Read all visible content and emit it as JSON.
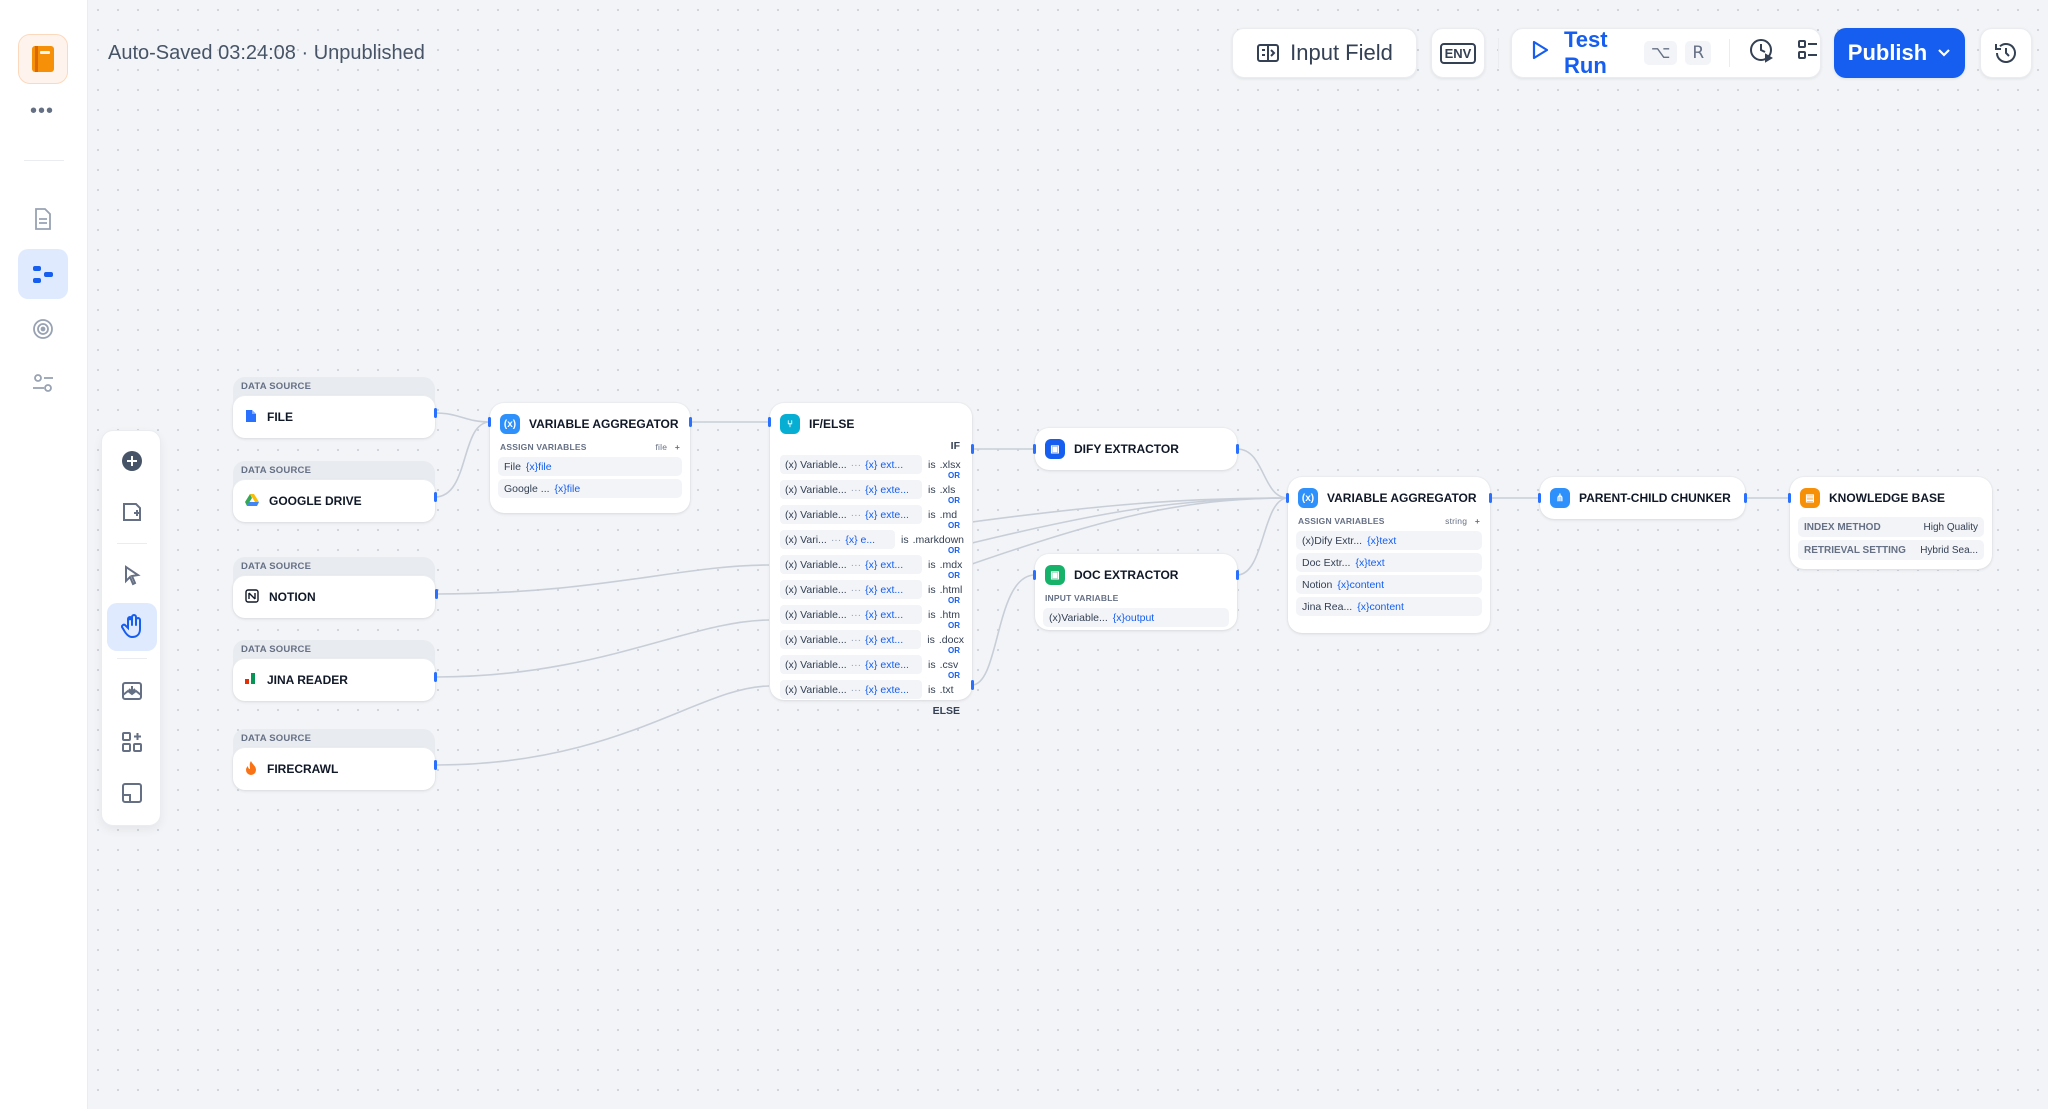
{
  "header": {
    "status": "Auto-Saved 03:24:08 · Unpublished",
    "input_field_label": "Input Field",
    "env_label": "ENV",
    "test_run_label": "Test Run",
    "shortcut_key1": "⌥",
    "shortcut_key2": "R",
    "publish_label": "Publish"
  },
  "sources": [
    {
      "caption": "DATA SOURCE",
      "name": "FILE",
      "icon": "file-icon"
    },
    {
      "caption": "DATA SOURCE",
      "name": "GOOGLE DRIVE",
      "icon": "google-drive-icon"
    },
    {
      "caption": "DATA SOURCE",
      "name": "NOTION",
      "icon": "notion-icon"
    },
    {
      "caption": "DATA SOURCE",
      "name": "JINA READER",
      "icon": "jina-icon"
    },
    {
      "caption": "DATA SOURCE",
      "name": "FIRECRAWL",
      "icon": "firecrawl-icon"
    }
  ],
  "aggregator1": {
    "title": "VARIABLE AGGREGATOR",
    "assign_label": "ASSIGN VARIABLES",
    "type": "file",
    "add": "+",
    "rows": [
      {
        "source": "File",
        "var": "{x}file"
      },
      {
        "source": "Google ...",
        "var": "{x}file"
      }
    ]
  },
  "ifelse": {
    "title": "IF/ELSE",
    "if_label": "IF",
    "else_label": "ELSE",
    "or_label": "OR",
    "conditions": [
      {
        "left": "(x) Variable...",
        "dots": "···",
        "var": "{x} ext...",
        "op": "is",
        "val": ".xlsx"
      },
      {
        "left": "(x) Variable...",
        "dots": "···",
        "var": "{x} exte...",
        "op": "is",
        "val": ".xls"
      },
      {
        "left": "(x) Variable...",
        "dots": "···",
        "var": "{x} exte...",
        "op": "is",
        "val": ".md"
      },
      {
        "left": "(x) Vari...",
        "dots": "···",
        "var": "{x} e...",
        "op": "is",
        "val": ".markdown"
      },
      {
        "left": "(x) Variable...",
        "dots": "···",
        "var": "{x} ext...",
        "op": "is",
        "val": ".mdx"
      },
      {
        "left": "(x) Variable...",
        "dots": "···",
        "var": "{x} ext...",
        "op": "is",
        "val": ".html"
      },
      {
        "left": "(x) Variable...",
        "dots": "···",
        "var": "{x} ext...",
        "op": "is",
        "val": ".htm"
      },
      {
        "left": "(x) Variable...",
        "dots": "···",
        "var": "{x} ext...",
        "op": "is",
        "val": ".docx"
      },
      {
        "left": "(x) Variable...",
        "dots": "···",
        "var": "{x} exte...",
        "op": "is",
        "val": ".csv"
      },
      {
        "left": "(x) Variable...",
        "dots": "···",
        "var": "{x} exte...",
        "op": "is",
        "val": ".txt"
      }
    ]
  },
  "dify_extractor": {
    "title": "DIFY EXTRACTOR"
  },
  "doc_extractor": {
    "title": "DOC EXTRACTOR",
    "input_label": "INPUT VARIABLE",
    "row_source": "(x)Variable...",
    "row_var": "{x}output"
  },
  "aggregator2": {
    "title": "VARIABLE AGGREGATOR",
    "assign_label": "ASSIGN VARIABLES",
    "type": "string",
    "add": "+",
    "rows": [
      {
        "source": "(x)Dify Extr...",
        "var": "{x}text"
      },
      {
        "source": "Doc Extr...",
        "var": "{x}text"
      },
      {
        "source": "Notion",
        "var": "{x}content"
      },
      {
        "source": "Jina Rea...",
        "var": "{x}content"
      }
    ]
  },
  "chunker": {
    "title": "PARENT-CHILD CHUNKER"
  },
  "knowledge": {
    "title": "KNOWLEDGE BASE",
    "rows": [
      {
        "key": "INDEX METHOD",
        "value": "High Quality"
      },
      {
        "key": "RETRIEVAL SETTING",
        "value": "Hybrid Sea..."
      }
    ]
  },
  "colors": {
    "accent": "#155eef",
    "edge": "#c8ced8",
    "aggregator_icon": "#2e90fa",
    "ifelse_icon": "#06aed4",
    "extractor_icon": "#155eef",
    "doc_icon": "#17b26a",
    "chunker_icon": "#2e90fa",
    "knowledge_icon": "#f79009"
  }
}
